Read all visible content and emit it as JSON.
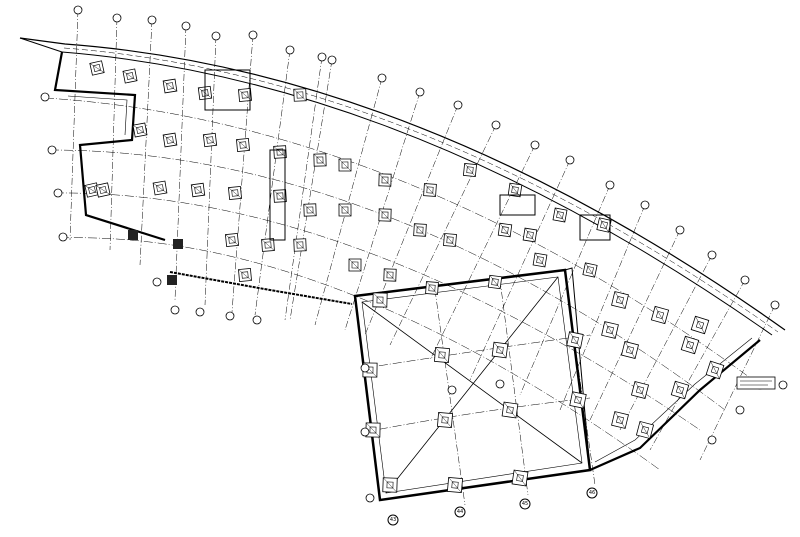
{
  "drawing": {
    "type": "foundation-plan",
    "line_color": "#000000",
    "background": "#ffffff"
  },
  "bottom_axis_labels": [
    "43",
    "44",
    "45",
    "46"
  ]
}
